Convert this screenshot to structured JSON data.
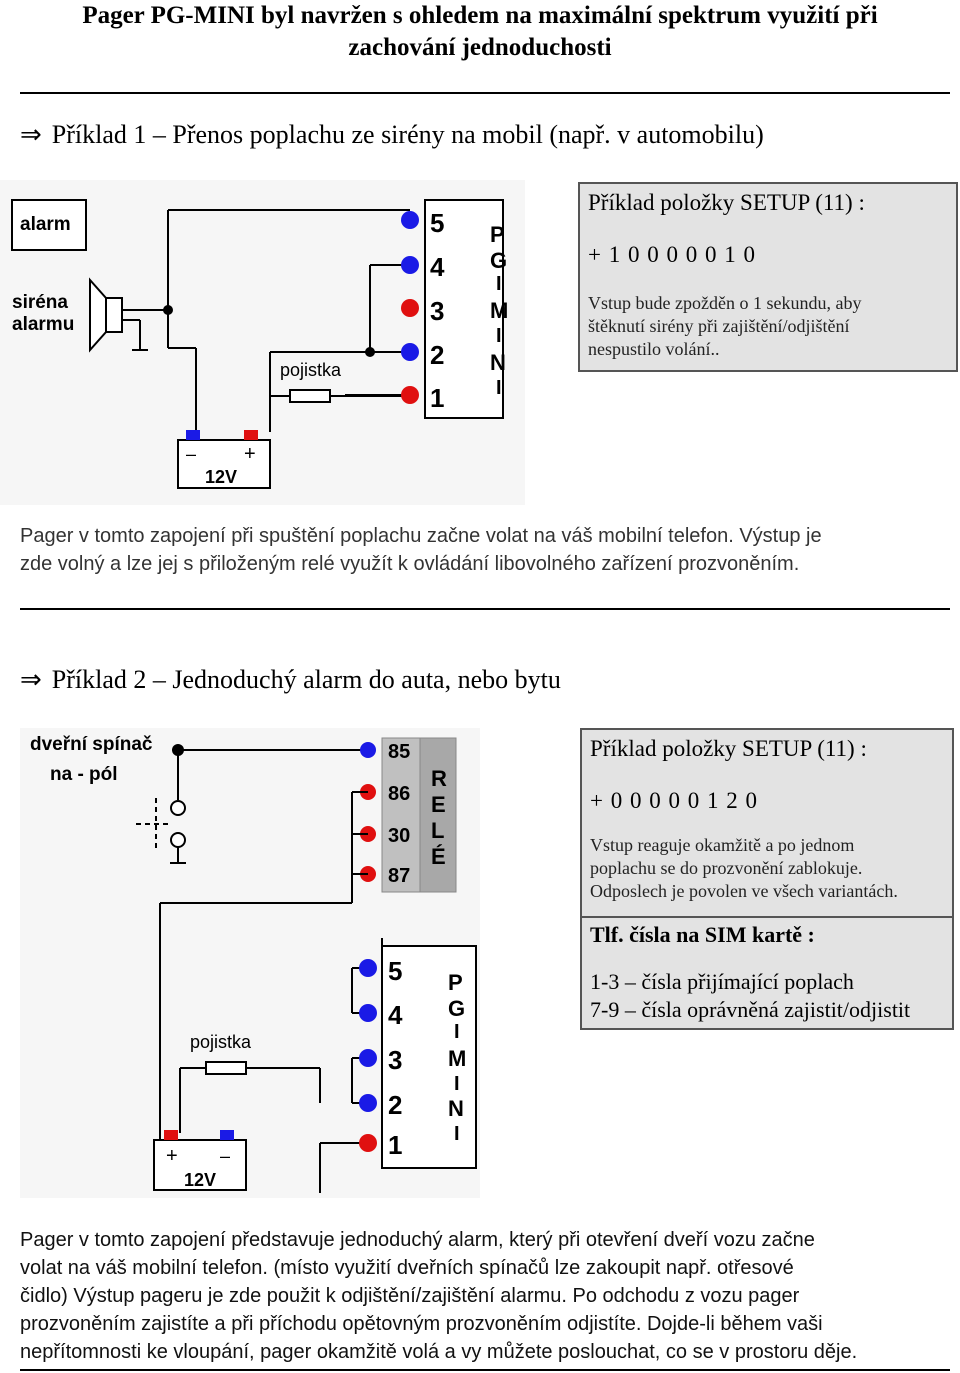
{
  "title_line1": "Pager PG-MINI byl navržen s ohledem na maximální spektrum využití při",
  "title_line2": "zachování jednoduchosti",
  "example1": {
    "heading": "Příklad 1 – Přenos poplachu ze sirény na mobil (např. v automobilu)",
    "diagram": {
      "alarm_label": "alarm",
      "siren_label_1": "siréna",
      "siren_label_2": "alarmu",
      "fuse_label": "pojistka",
      "battery_minus": "–",
      "battery_plus": "+",
      "battery_label": "12V",
      "pins": [
        "5",
        "4",
        "3",
        "2",
        "1"
      ],
      "device_label": [
        "P",
        "G",
        "I",
        "M",
        "I",
        "N",
        "I"
      ]
    },
    "setup": {
      "title": "Příklad položky SETUP (11) :",
      "code": "+ 1 0 0 0 0 0 1 0",
      "desc_1": "Vstup bude zpožděn o 1 sekundu, aby",
      "desc_2": "štěknutí sirény při zajištění/odjištění",
      "desc_3": "nespustilo volání.."
    },
    "para_1": "Pager v tomto zapojení při spuštění poplachu začne volat na váš mobilní telefon. Výstup je",
    "para_2": "zde volný a lze jej s přiloženým relé využít k ovládání libovolného zařízení prozvoněním."
  },
  "example2": {
    "heading": "Příklad 2 – Jednoduchý alarm do auta, nebo bytu",
    "diagram": {
      "switch_label_1": "dveřní spínač",
      "switch_label_2": "na - pól",
      "relay_pins": [
        "85",
        "86",
        "30",
        "87"
      ],
      "relay_label": [
        "R",
        "E",
        "L",
        "É"
      ],
      "fuse_label": "pojistka",
      "battery_plus": "+",
      "battery_minus": "–",
      "battery_label": "12V",
      "pins": [
        "5",
        "4",
        "3",
        "2",
        "1"
      ],
      "device_label": [
        "P",
        "G",
        "I",
        "M",
        "I",
        "N",
        "I"
      ]
    },
    "setup": {
      "title": "Příklad položky SETUP (11) :",
      "code": "+ 0 0 0 0 0 1 2 0",
      "desc_1": "Vstup reaguje okamžitě a po jednom",
      "desc_2": "poplachu se do prozvonění zablokuje.",
      "desc_3": "Odposlech je povolen ve všech variantách."
    },
    "sim": {
      "title": "Tlf. čísla na SIM kartě :",
      "line_1": "1-3 – čísla přijímající poplach",
      "line_2": "7-9 – čísla oprávněná zajistit/odjistit"
    },
    "para_1": "Pager v tomto zapojení představuje jednoduchý alarm, který při otevření dveří vozu začne",
    "para_2": "volat na váš mobilní telefon. (místo využití dveřních spínačů lze zakoupit např. otřesové",
    "para_3": "čidlo) Výstup pageru je zde použit k odjištění/zajištění alarmu. Po odchodu z vozu pager",
    "para_4": "prozvoněním zajistíte a při příchodu opětovným prozvoněním odjistíte. Dojde-li během vaši",
    "para_5": "nepřítomnosti ke vloupání, pager okamžitě volá a vy můžete poslouchat, co se v prostoru děje."
  },
  "colors": {
    "blue_dot": "#1a1ae6",
    "red_dot": "#e01010",
    "box_bg": "#e3e3e3"
  }
}
